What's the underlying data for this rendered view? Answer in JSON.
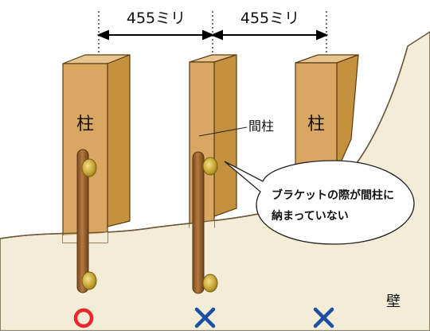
{
  "dimensions": {
    "left_spacing": "455ミリ",
    "right_spacing": "455ミリ"
  },
  "labels": {
    "post_left": "柱",
    "post_right": "柱",
    "middle_post": "間柱",
    "wall": "壁"
  },
  "callout": {
    "line1": "ブラケットの際が間柱に",
    "line2": "納まっていない"
  },
  "judgments": [
    {
      "position": "left",
      "mark": "〇",
      "meaning": "correct",
      "color": "#e8262d"
    },
    {
      "position": "middle",
      "mark": "×",
      "meaning": "incorrect",
      "color": "#1a4fa3"
    },
    {
      "position": "right",
      "mark": "×",
      "meaning": "incorrect",
      "color": "#1a4fa3"
    }
  ],
  "colors": {
    "wall": "#f2ead3",
    "post_front": "#d9a761",
    "post_side": "#c99448",
    "post_top": "#e8c58c",
    "handrail": "#9a6331",
    "bracket": "#c8a532"
  }
}
